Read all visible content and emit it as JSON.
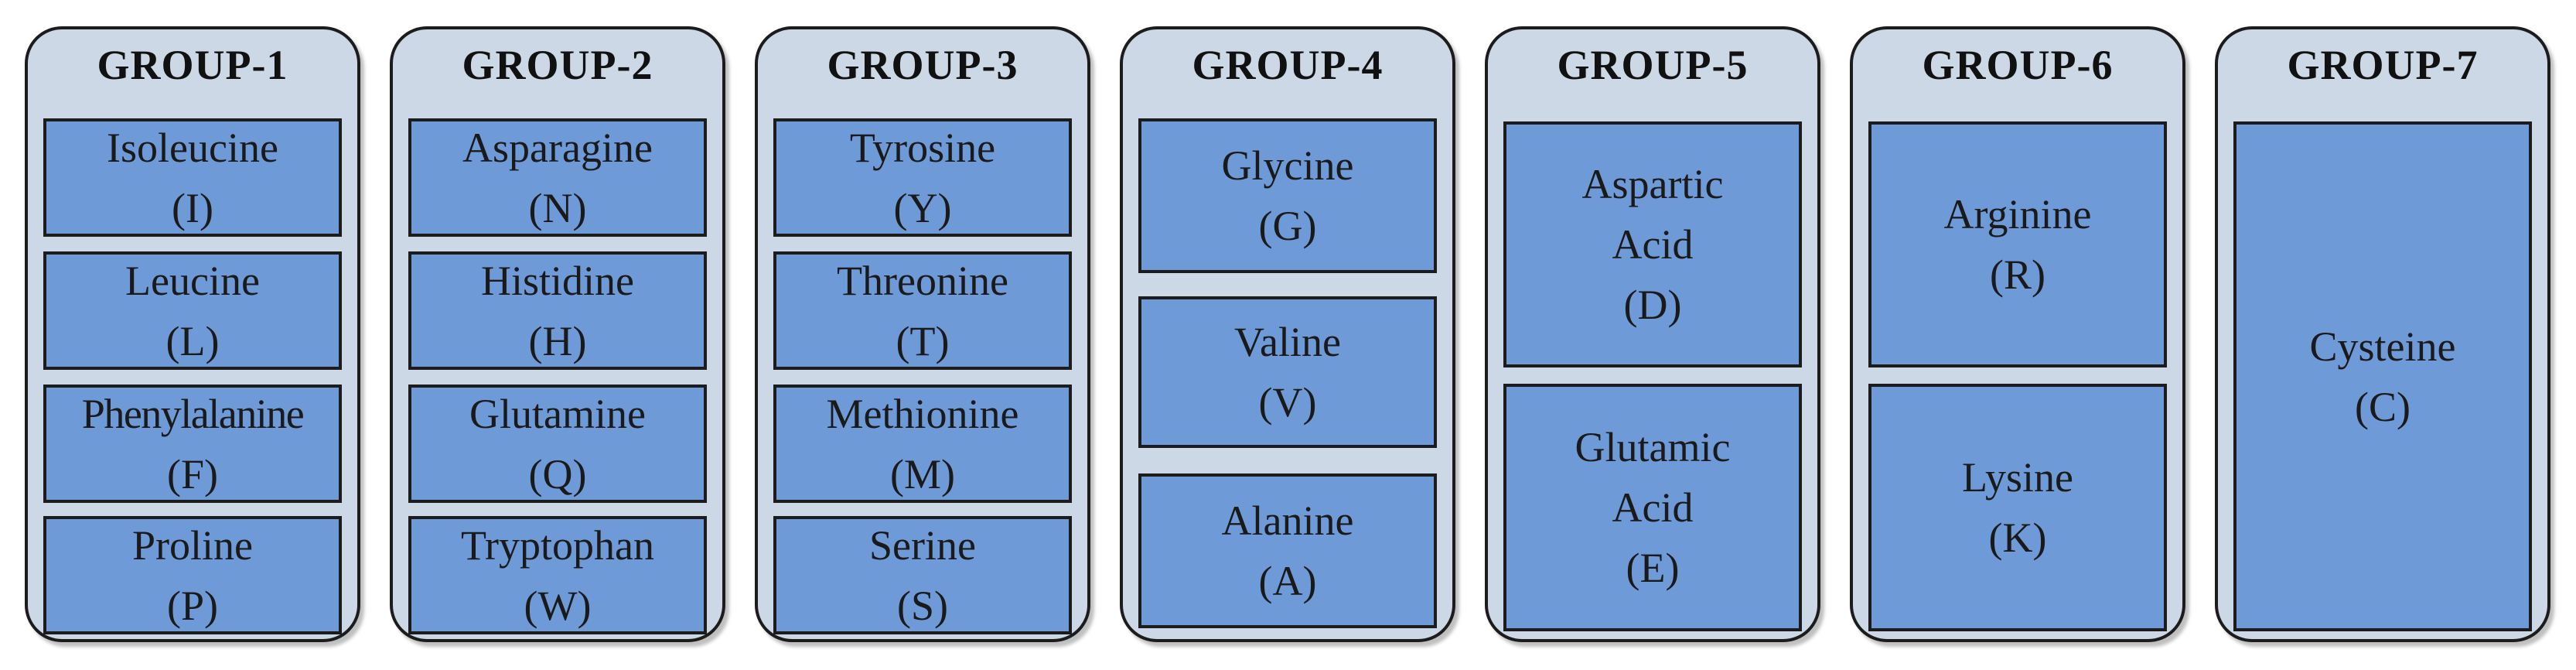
{
  "groups": [
    {
      "title": "GROUP-1",
      "items": [
        {
          "name": "Isoleucine",
          "abbr": "(I)"
        },
        {
          "name": "Leucine",
          "abbr": "(L)"
        },
        {
          "name": "Phenylalanine",
          "abbr": "(F)"
        },
        {
          "name": "Proline",
          "abbr": "(P)"
        }
      ]
    },
    {
      "title": "GROUP-2",
      "items": [
        {
          "name": "Asparagine",
          "abbr": "(N)"
        },
        {
          "name": "Histidine",
          "abbr": "(H)"
        },
        {
          "name": "Glutamine",
          "abbr": "(Q)"
        },
        {
          "name": "Tryptophan",
          "abbr": "(W)"
        }
      ]
    },
    {
      "title": "GROUP-3",
      "items": [
        {
          "name": "Tyrosine",
          "abbr": "(Y)"
        },
        {
          "name": "Threonine",
          "abbr": "(T)"
        },
        {
          "name": "Methionine",
          "abbr": "(M)"
        },
        {
          "name": "Serine",
          "abbr": "(S)"
        }
      ]
    },
    {
      "title": "GROUP-4",
      "items": [
        {
          "name": "Glycine",
          "abbr": "(G)"
        },
        {
          "name": "Valine",
          "abbr": "(V)"
        },
        {
          "name": "Alanine",
          "abbr": "(A)"
        }
      ]
    },
    {
      "title": "GROUP-5",
      "items": [
        {
          "name_lines": [
            "Aspartic",
            "Acid"
          ],
          "abbr": "(D)"
        },
        {
          "name_lines": [
            "Glutamic",
            "Acid"
          ],
          "abbr": "(E)"
        }
      ]
    },
    {
      "title": "GROUP-6",
      "items": [
        {
          "name": "Arginine",
          "abbr": "(R)"
        },
        {
          "name": "Lysine",
          "abbr": "(K)"
        }
      ]
    },
    {
      "title": "GROUP-7",
      "items": [
        {
          "name": "Cysteine",
          "abbr": "(C)"
        }
      ]
    }
  ],
  "colors": {
    "group_fill": "#cdd8e6",
    "cell_fill": "#6f9ad8",
    "border": "#1c1c1c"
  }
}
